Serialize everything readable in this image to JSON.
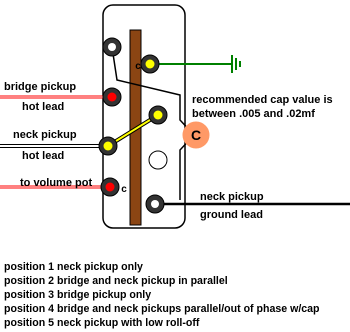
{
  "labels": {
    "bridge_pickup": "bridge pickup",
    "bridge_hot_lead": "hot lead",
    "neck_pickup": "neck pickup",
    "neck_hot_lead": "hot lead",
    "volume_pot": "to volume pot",
    "cap_line1": "recommended cap value is",
    "cap_line2": "between .005 and .02mf",
    "neck_ground": "neck pickup",
    "ground_lead": "ground lead",
    "cap_symbol": "C",
    "lug_c_top": "c",
    "lug_c_bottom": "c"
  },
  "positions": [
    "position 1 neck pickup only",
    "position 2 bridge and neck pickup in parallel",
    "position 3  bridge pickup only",
    "position 4 bridge and neck pickups parallel/out of phase w/cap",
    "position 5 neck pickup with low roll-off"
  ],
  "colors": {
    "switch_body": "#ffffff",
    "lever": "#8b4513",
    "hot_bridge": "#ff0000",
    "hot_volume": "#ff0000",
    "neck_hot": "#ffff00",
    "ground": "#008000",
    "capacitor": "#ff9966",
    "lug_dark": "#333333",
    "lug_white": "#ffffff"
  }
}
